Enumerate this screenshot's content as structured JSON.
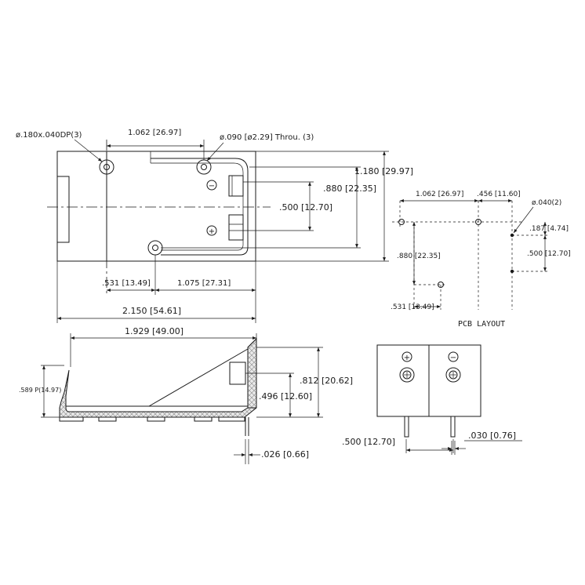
{
  "top_view": {
    "hole_spec": "ø.180x.040DP(3)",
    "thru_spec": "ø.090 [ø2.29] Throu. (3)",
    "dim_1062": "1.062 [26.97]",
    "dim_1180": "1.180 [29.97]",
    "dim_0880": ".880 [22.35]",
    "dim_0500": ".500 [12.70]",
    "dim_0531": ".531 [13.49]",
    "dim_1075": "1.075 [27.31]",
    "dim_2150": "2.150 [54.61]",
    "minus_symbol": "−",
    "plus_symbol": "+"
  },
  "pcb_layout": {
    "title": "PCB LAYOUT",
    "dim_1062": "1.062 [26.97]",
    "dim_0456": ".456 [11.60]",
    "hole_spec": "ø.040(2)",
    "dim_0187": ".187 [4.74]",
    "dim_0500": ".500 [12.70]",
    "dim_0880": ".880 [22.35]",
    "dim_0531": ".531 [13.49]"
  },
  "side_view": {
    "dim_1929": "1.929 [49.00]",
    "dim_0589": ".589 P(14.97)",
    "dim_0812": ".812 [20.62]",
    "dim_0496": ".496 [12.60]",
    "dim_0026": ".026 [0.66]"
  },
  "end_view": {
    "dim_0500": ".500 [12.70]",
    "dim_0030": ".030 [0.76]",
    "plus_symbol": "+",
    "minus_symbol": "−"
  }
}
